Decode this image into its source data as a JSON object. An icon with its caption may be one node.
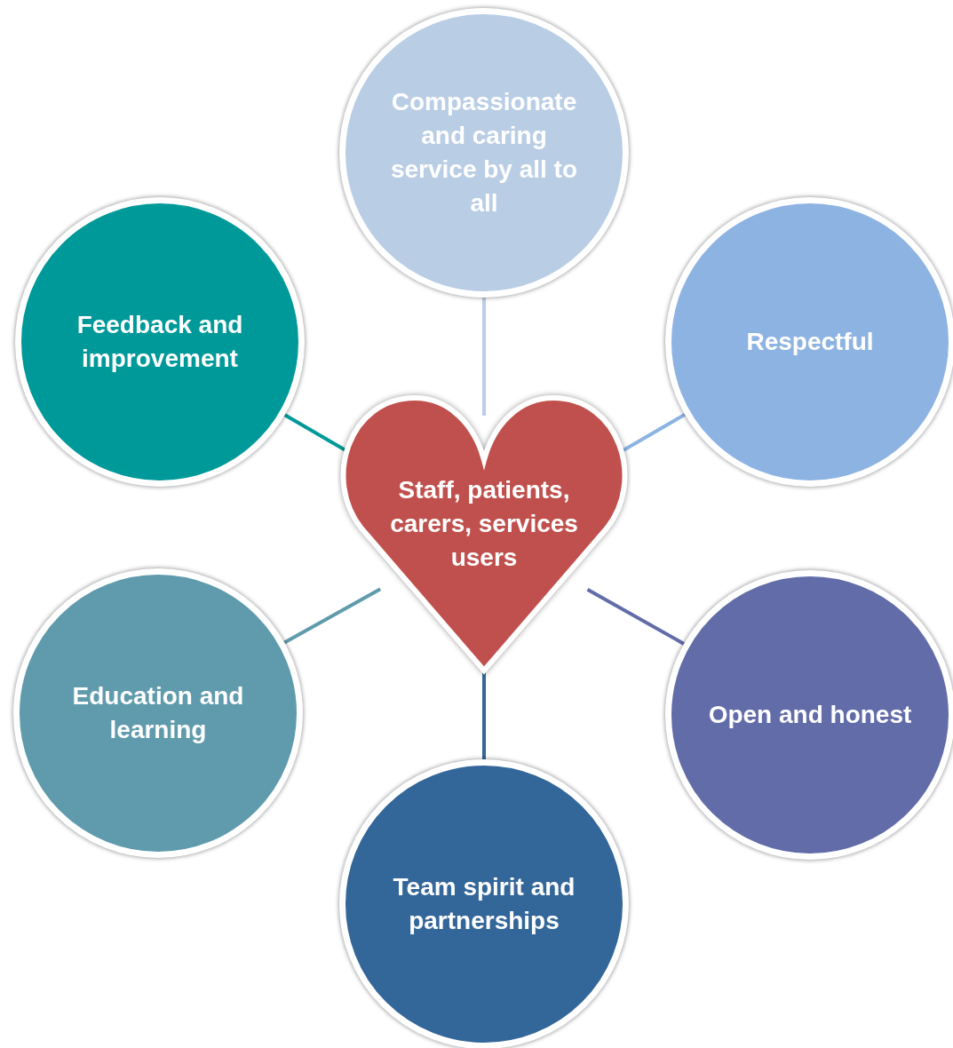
{
  "diagram": {
    "nodes": [
      {
        "text": [
          "Compassionate and caring service by all to all"
        ]
      },
      {
        "text": [
          "Feedback and improvement"
        ]
      },
      {
        "text": [
          "Respectful"
        ]
      },
      {
        "text": [
          "Staff, patients, carers, services users"
        ]
      },
      {
        "text": [
          "Education and learning"
        ]
      },
      {
        "text": [
          "Open and honest"
        ]
      },
      {
        "text": [
          "Team spirit and partnerships"
        ]
      }
    ],
    "edges": [
      {
        "from": 3,
        "to": 0,
        "arrow": "none",
        "color": "#b9cde5"
      },
      {
        "from": 3,
        "to": 1,
        "arrow": "none",
        "color": "#009999"
      },
      {
        "from": 3,
        "to": 2,
        "arrow": "none",
        "color": "#8db3e2"
      },
      {
        "from": 3,
        "to": 4,
        "arrow": "none",
        "color": "#5f9bac"
      },
      {
        "from": 3,
        "to": 5,
        "arrow": "none",
        "color": "#626ca8"
      },
      {
        "from": 3,
        "to": 6,
        "arrow": "none",
        "color": "#336699"
      }
    ]
  }
}
